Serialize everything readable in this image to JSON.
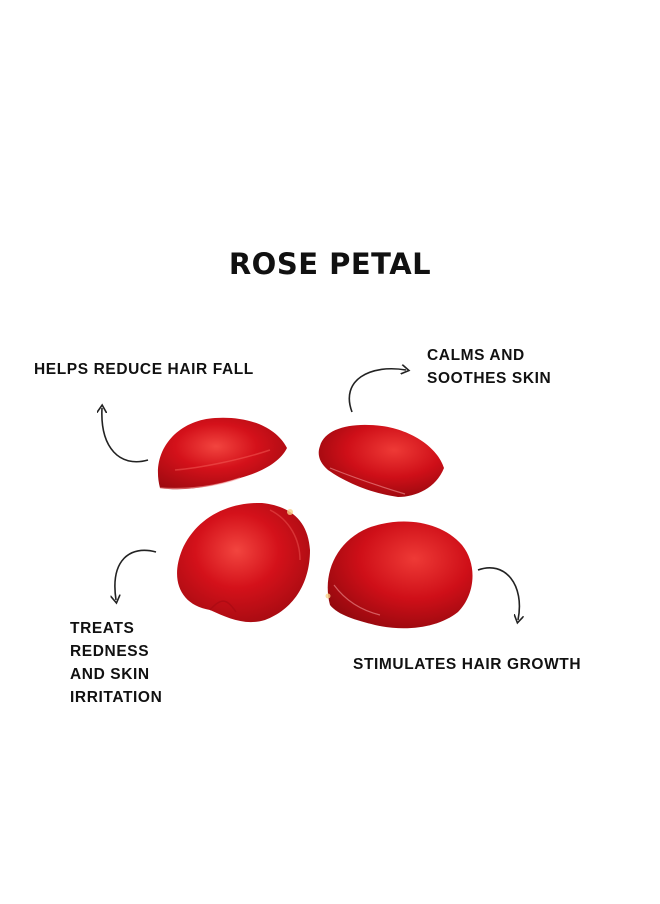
{
  "title": "ROSE PETAL",
  "benefits": {
    "hair_fall": "HELPS REDUCE HAIR FALL",
    "calms": [
      "CALMS AND",
      "SOOTHES SKIN"
    ],
    "treats": [
      "TREATS",
      "REDNESS",
      "AND SKIN",
      "IRRITATION"
    ],
    "growth": "STIMULATES HAIR GROWTH"
  },
  "colors": {
    "petal": "#d4111a",
    "petal_dark": "#9e0a10",
    "petal_highlight": "#f2453f",
    "text": "#111111",
    "arrow": "#222222"
  },
  "icons": {
    "arrows": "curved-arrow-icon",
    "petals": "rose-petal-icon"
  }
}
